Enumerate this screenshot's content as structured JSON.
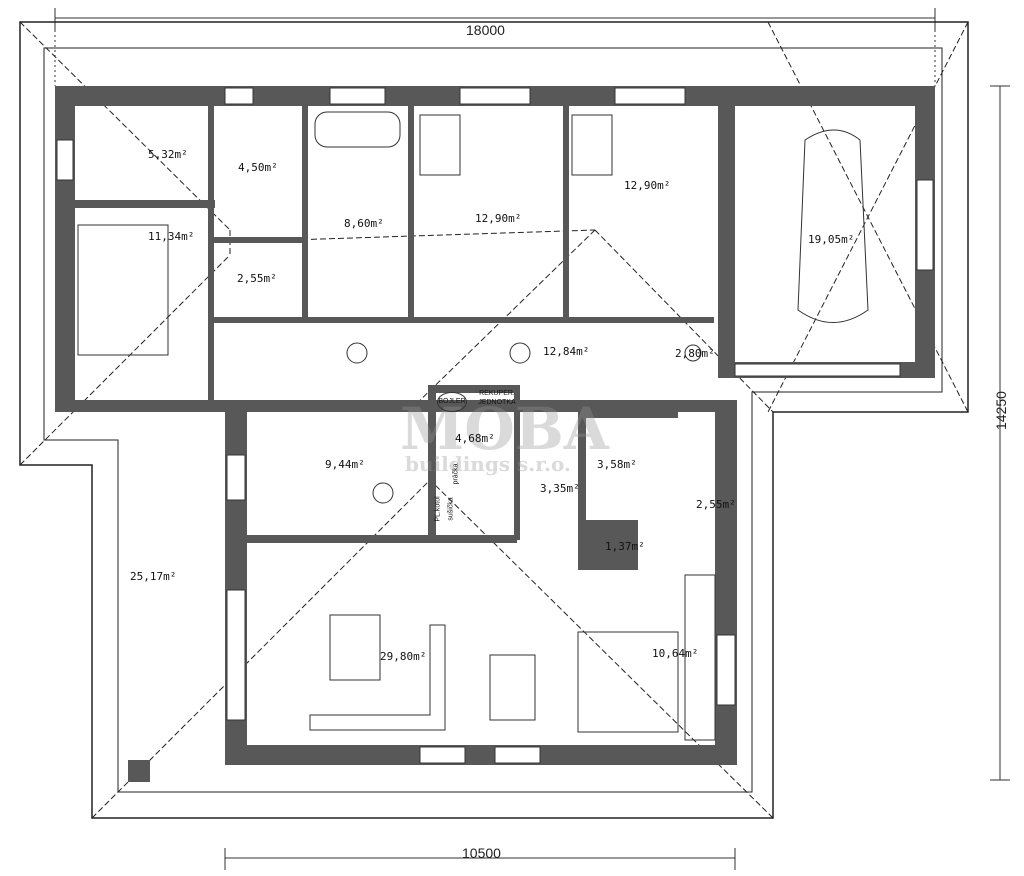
{
  "dimensions": {
    "top": "18000",
    "right": "14250",
    "bottom": "10500"
  },
  "rooms": [
    {
      "area": "5,32m²"
    },
    {
      "area": "4,50m²"
    },
    {
      "area": "8,60m²"
    },
    {
      "area": "12,90m²"
    },
    {
      "area": "12,90m²"
    },
    {
      "area": "19,05m²"
    },
    {
      "area": "11,34m²"
    },
    {
      "area": "2,55m²"
    },
    {
      "area": "12,84m²"
    },
    {
      "area": "2,80m²"
    },
    {
      "area": "4,68m²"
    },
    {
      "area": "9,44m²"
    },
    {
      "area": "3,58m²"
    },
    {
      "area": "3,35m²"
    },
    {
      "area": "2,55m²"
    },
    {
      "area": "1,37m²"
    },
    {
      "area": "25,17m²"
    },
    {
      "area": "29,80m²"
    },
    {
      "area": "10,64m²"
    }
  ],
  "fixtures": {
    "boiler": "BOJLER",
    "recuperation_1": "REKUPER.",
    "recuperation_2": "JEDNOTKA",
    "washer": "práčka",
    "dryer_1": "PL.kotol",
    "dryer_2": "sušička"
  },
  "watermark": {
    "logo": "MOBA",
    "sub": "buildings s.r.o."
  }
}
